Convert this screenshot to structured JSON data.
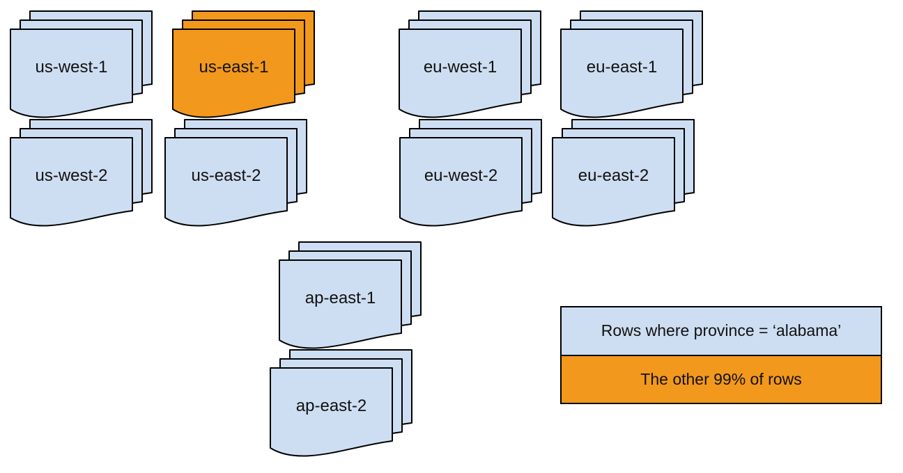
{
  "diagram": {
    "regions": [
      {
        "id": "us-west-1",
        "label": "us-west-1",
        "variant": "blue"
      },
      {
        "id": "us-east-1",
        "label": "us-east-1",
        "variant": "orange"
      },
      {
        "id": "eu-west-1",
        "label": "eu-west-1",
        "variant": "blue"
      },
      {
        "id": "eu-east-1",
        "label": "eu-east-1",
        "variant": "blue"
      },
      {
        "id": "us-west-2",
        "label": "us-west-2",
        "variant": "blue"
      },
      {
        "id": "us-east-2",
        "label": "us-east-2",
        "variant": "blue"
      },
      {
        "id": "eu-west-2",
        "label": "eu-west-2",
        "variant": "blue"
      },
      {
        "id": "eu-east-2",
        "label": "eu-east-2",
        "variant": "blue"
      },
      {
        "id": "ap-east-1",
        "label": "ap-east-1",
        "variant": "blue"
      },
      {
        "id": "ap-east-2",
        "label": "ap-east-2",
        "variant": "blue"
      }
    ],
    "legend": {
      "items": [
        {
          "label": "Rows where province = ‘alabama’",
          "variant": "blue"
        },
        {
          "label": "The other 99% of rows",
          "variant": "orange"
        }
      ]
    },
    "colors": {
      "blue": "#cedef2",
      "orange": "#f2981c",
      "stroke": "#000000",
      "text": "#111111"
    }
  }
}
